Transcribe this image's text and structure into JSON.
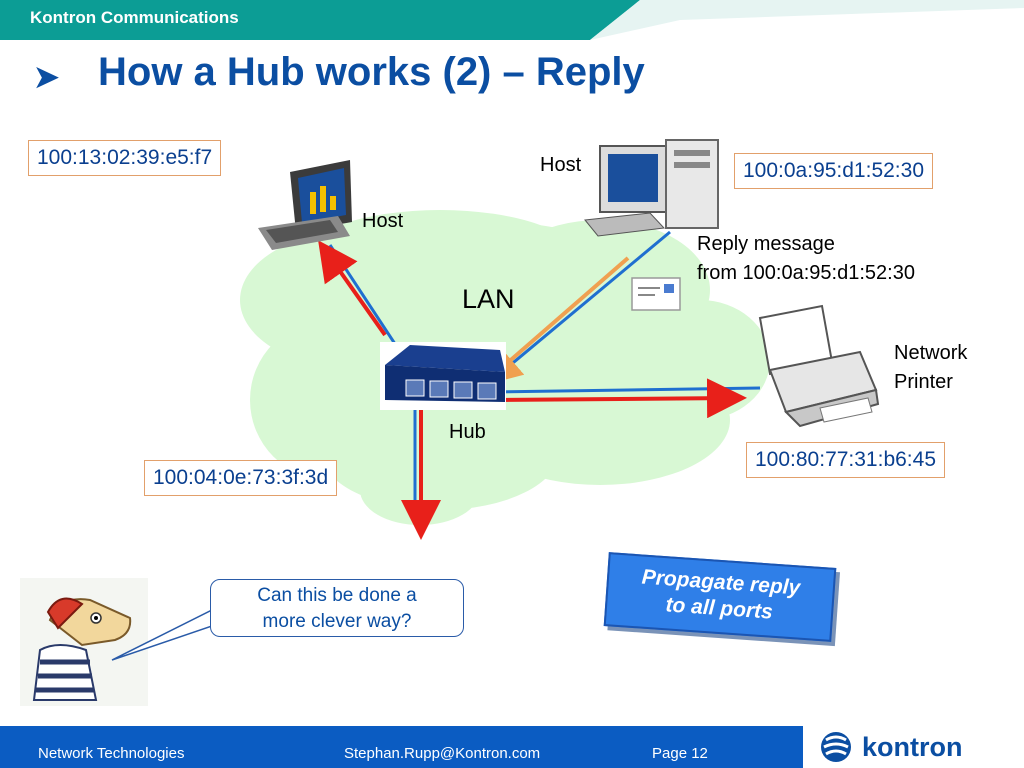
{
  "header": {
    "brand": "Kontron Communications",
    "title": "How a Hub works (2) – Reply",
    "bullet_glyph": "➤",
    "accent_color": "#0b4ea2",
    "band_color": "#0c9d95"
  },
  "diagram": {
    "network_label": "LAN",
    "nodes": {
      "laptop": {
        "label": "Host",
        "mac": "100:13:02:39:e5:f7"
      },
      "desktop": {
        "label": "Host",
        "mac": "100:0a:95:d1:52:30"
      },
      "hub": {
        "label": "Hub"
      },
      "printer": {
        "label_line1": "Network",
        "label_line2": "Printer",
        "mac": "100:80:77:31:b6:45"
      },
      "unknown_port": {
        "mac": "100:04:0e:73:3f:3d"
      }
    },
    "reply_message": {
      "line1": "Reply message",
      "line2": "from 100:0a:95:d1:52:30"
    },
    "link_color": "#1f6fd0",
    "reply_arrow_color": "#e8201a",
    "incoming_arrow_color": "#f0a050"
  },
  "callout": {
    "line1": "Can this be done a",
    "line2": "more clever way?"
  },
  "note": {
    "line1": "Propagate reply",
    "line2": "to all ports"
  },
  "footer": {
    "topic": "Network Technologies",
    "email": "Stephan.Rupp@Kontron.com",
    "page": "Page 12",
    "logo": "kontron"
  }
}
